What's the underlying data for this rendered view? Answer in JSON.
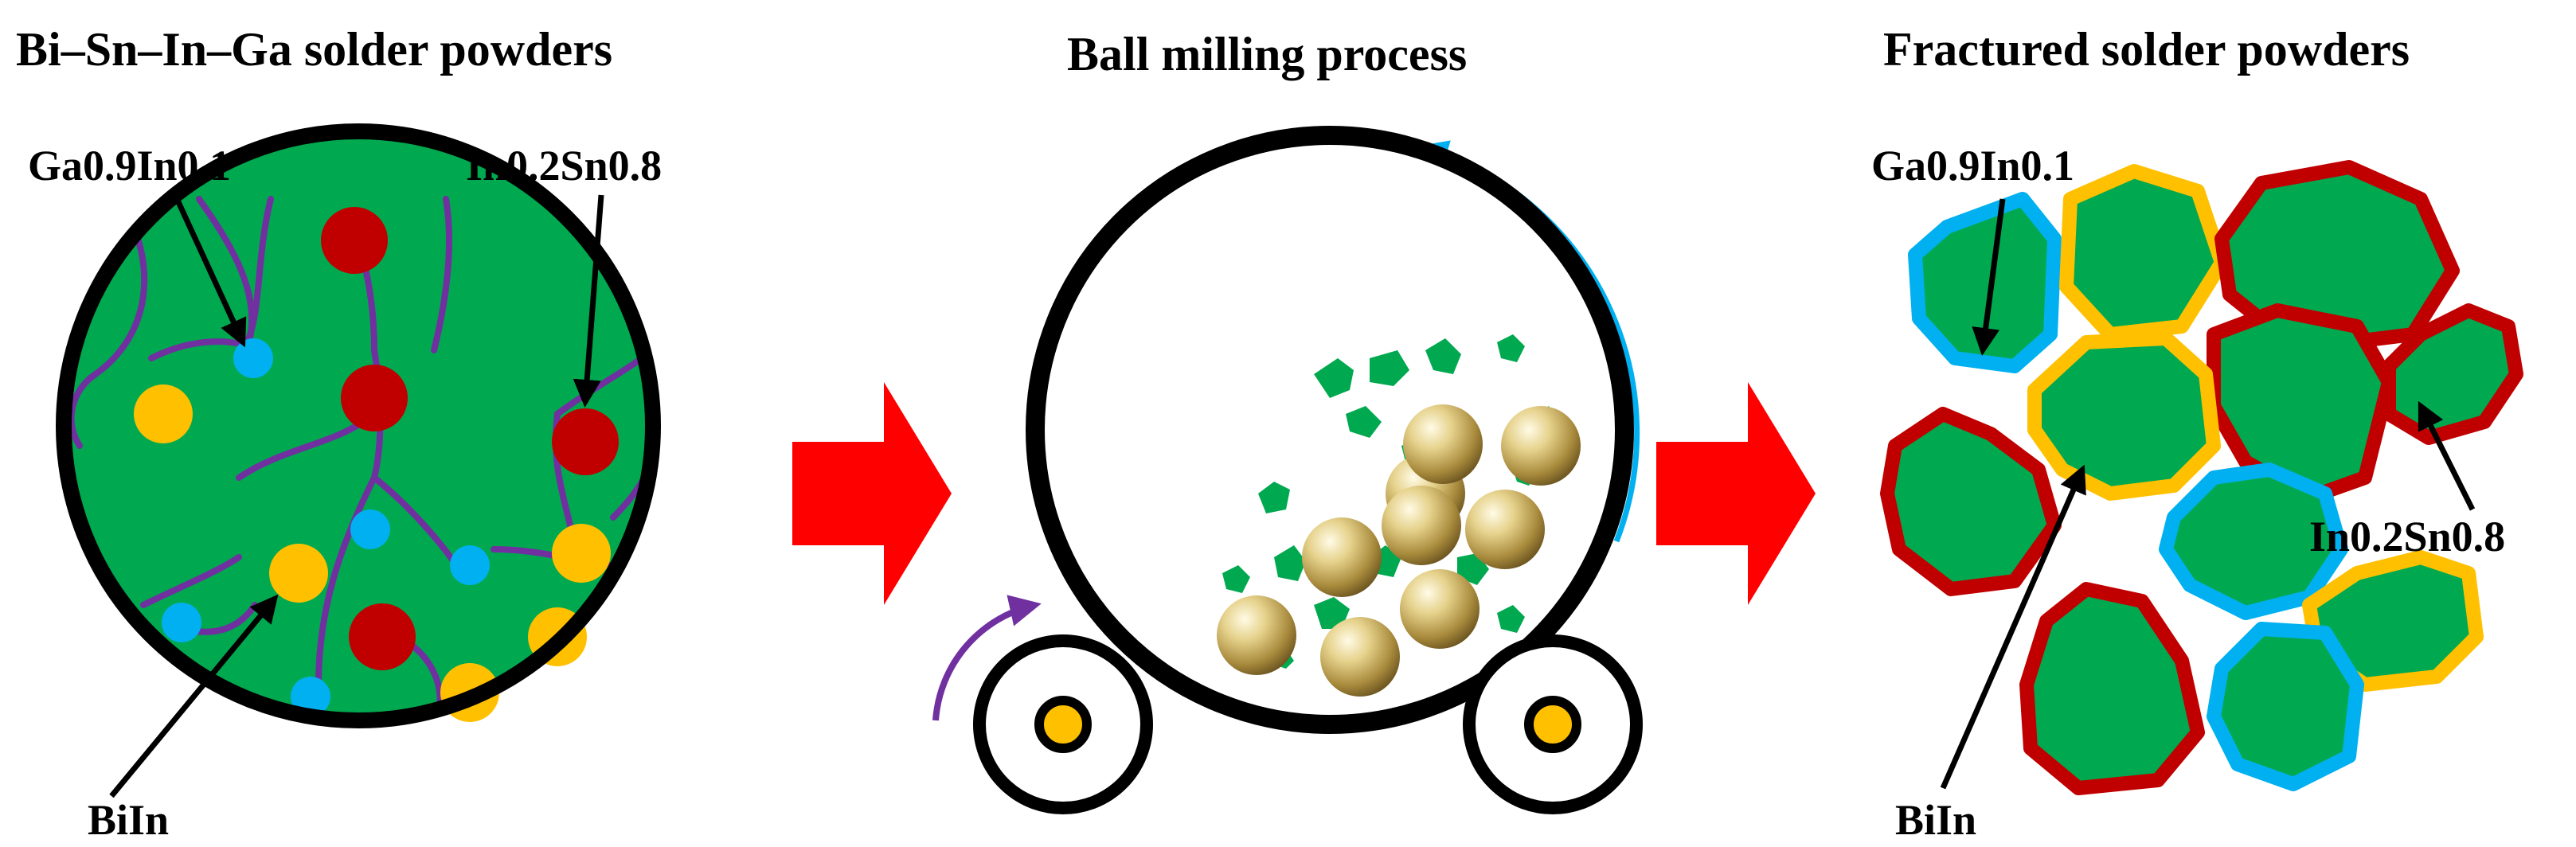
{
  "panels": {
    "left": {
      "title": "Bi–Sn–In–Ga solder powders",
      "labels": {
        "ga_in": "Ga0.9In0.1",
        "in_sn": "In0.2Sn0.8",
        "biin": "BiIn"
      }
    },
    "middle": {
      "title": "Ball milling process"
    },
    "right": {
      "title": "Fractured solder powders",
      "labels": {
        "ga_in": "Ga0.9In0.1",
        "in_sn": "In0.2Sn0.8",
        "biin": "BiIn"
      }
    }
  },
  "colors": {
    "matrix_green": "#00a94f",
    "phase_red": "#c00000",
    "phase_yellow": "#ffc000",
    "phase_blue": "#00b0f0",
    "boundary_purple": "#7030a0",
    "arrow_red": "#ff0000",
    "rotation_blue": "#00b0f0",
    "rotation_purple": "#7030a0",
    "ball_gold": "#c8b060"
  },
  "icons": [
    "process-arrow-icon",
    "rotation-arrow-icon",
    "milling-ball-icon",
    "roller-icon"
  ]
}
